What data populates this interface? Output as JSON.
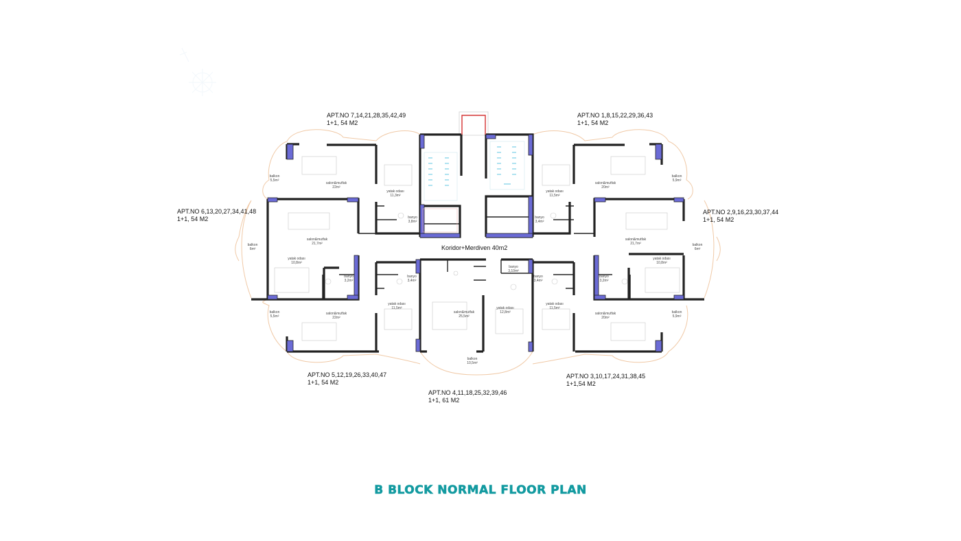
{
  "title": "B BLOCK NORMAL FLOOR PLAN",
  "corridor_label": "Koridor+Merdiven 40m2",
  "apartments": {
    "top_left": {
      "numbers": "APT.NO 7,14,21,28,35,42,49",
      "size": "1+1, 54 M2"
    },
    "top_right": {
      "numbers": "APT.NO 1,8,15,22,29,36,43",
      "size": "1+1, 54 M2"
    },
    "mid_left": {
      "numbers": "APT.NO 6,13,20,27,34,41,48",
      "size": "1+1, 54 M2"
    },
    "mid_right": {
      "numbers": "APT.NO 2,9,16,23,30,37,44",
      "size": "1+1, 54 M2"
    },
    "bottom_left": {
      "numbers": "APT.NO 5,12,19,26,33,40,47",
      "size": "1+1, 54 M2"
    },
    "bottom_right": {
      "numbers": "APT.NO 3,10,17,24,31,38,45",
      "size": "1+1,54 M2"
    },
    "bottom_center": {
      "numbers": "APT.NO 4,11,18,25,32,39,46",
      "size": "1+1, 61 M2"
    }
  },
  "rooms": {
    "balkon": "balkon",
    "salon": "salon&mutfak",
    "yatak": "yatak odası",
    "banyo": "banyo",
    "a_balkon_55": "5,5m²",
    "a_balkon_59": "5,9m²",
    "a_balkon_6": "6m²",
    "a_balkon_105": "10,5m²",
    "a_salon_22": "22m²",
    "a_salon_20": "20m²",
    "a_salon_217": "21,7m²",
    "a_salon_255": "25,5m²",
    "a_yatak_113": "11,3m²",
    "a_yatak_115": "11,5m²",
    "a_yatak_108": "10,8m²",
    "a_yatak_128": "12,8m²",
    "a_banyo_38": "3,8m²",
    "a_banyo_34": "3,4m²",
    "a_banyo_32": "3,2m²",
    "a_banyo_310": "3,10m²"
  }
}
